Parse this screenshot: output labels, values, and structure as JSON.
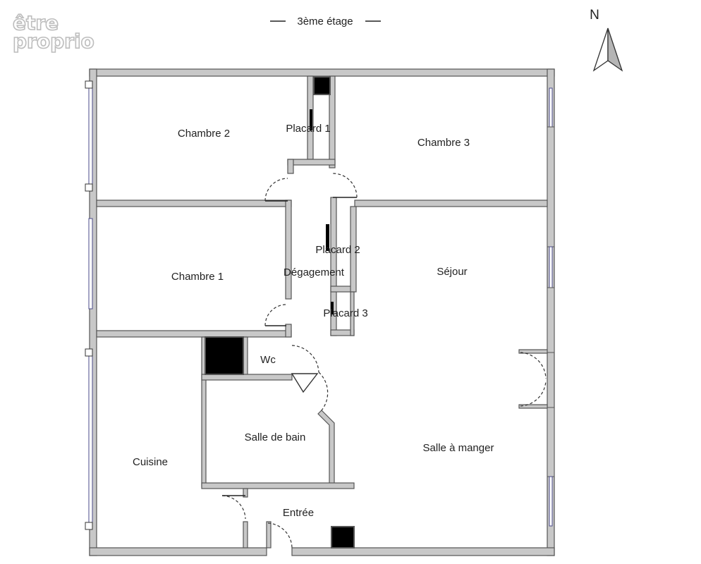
{
  "brand": {
    "line1": "être",
    "line2": "proprio"
  },
  "floor_label": "3ème étage",
  "north_label": "N",
  "rooms": {
    "chambre2": "Chambre 2",
    "placard1": "Placard 1",
    "chambre3": "Chambre 3",
    "chambre1": "Chambre 1",
    "placard2": "Placard 2",
    "degagement": "Dégagement",
    "sejour": "Séjour",
    "placard3": "Placard 3",
    "wc": "Wc",
    "salle_de_bain": "Salle de bain",
    "cuisine": "Cuisine",
    "salle_a_manger": "Salle à manger",
    "entree": "Entrée"
  },
  "icons": {
    "compass": "north-arrow-icon"
  }
}
